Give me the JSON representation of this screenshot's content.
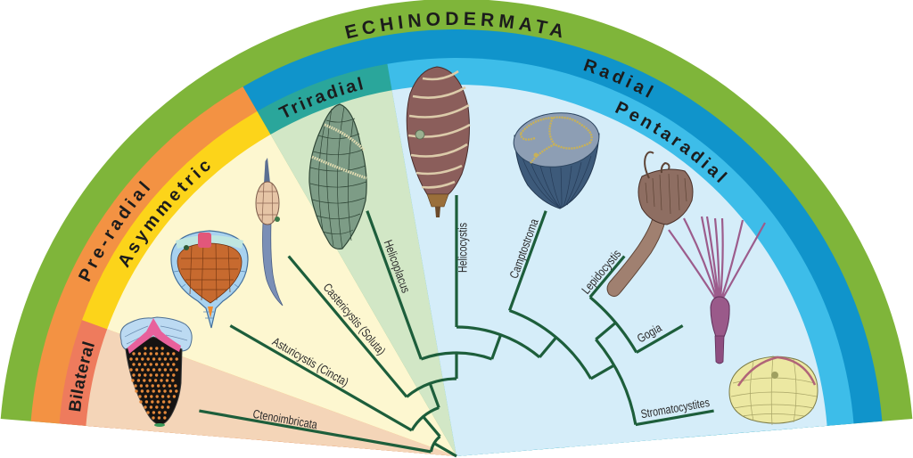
{
  "diagram": {
    "title": "ECHINODERMATA",
    "bands": {
      "outer": {
        "label": "ECHINODERMATA",
        "color": "#7fb53a"
      },
      "pre_radial": {
        "label": "Pre-radial",
        "color": "#f39243"
      },
      "radial": {
        "label": "Radial",
        "color": "#1094cb"
      },
      "bilateral": {
        "label": "Bilateral",
        "color": "#ee7b5d"
      },
      "asymmetric": {
        "label": "Asymmetric",
        "color": "#fcd41a"
      },
      "triradial": {
        "label": "Triradial",
        "color": "#2aa69b"
      },
      "pentaradial": {
        "label": "Pentaradial",
        "color": "#3dbde9"
      }
    },
    "sectors": {
      "bilateral": "#f4d5b8",
      "asymmetric": "#fdf7d0",
      "triradial": "#d2e7c6",
      "pentaradial": "#d5edf9"
    },
    "branch_color": "#1d5e3b"
  },
  "taxa": [
    {
      "name": "Ctenoimbricata",
      "group": "Bilateral"
    },
    {
      "name": "Asturicystis (Cincta)",
      "group": "Asymmetric"
    },
    {
      "name": "Castericystis (Soluta)",
      "group": "Asymmetric"
    },
    {
      "name": "Helicoplacus",
      "group": "Triradial"
    },
    {
      "name": "Helicocystis",
      "group": "Pentaradial"
    },
    {
      "name": "Camptostroma",
      "group": "Pentaradial"
    },
    {
      "name": "Lepidocystis",
      "group": "Pentaradial"
    },
    {
      "name": "Gogia",
      "group": "Pentaradial"
    },
    {
      "name": "Stromatocystites",
      "group": "Pentaradial"
    }
  ]
}
